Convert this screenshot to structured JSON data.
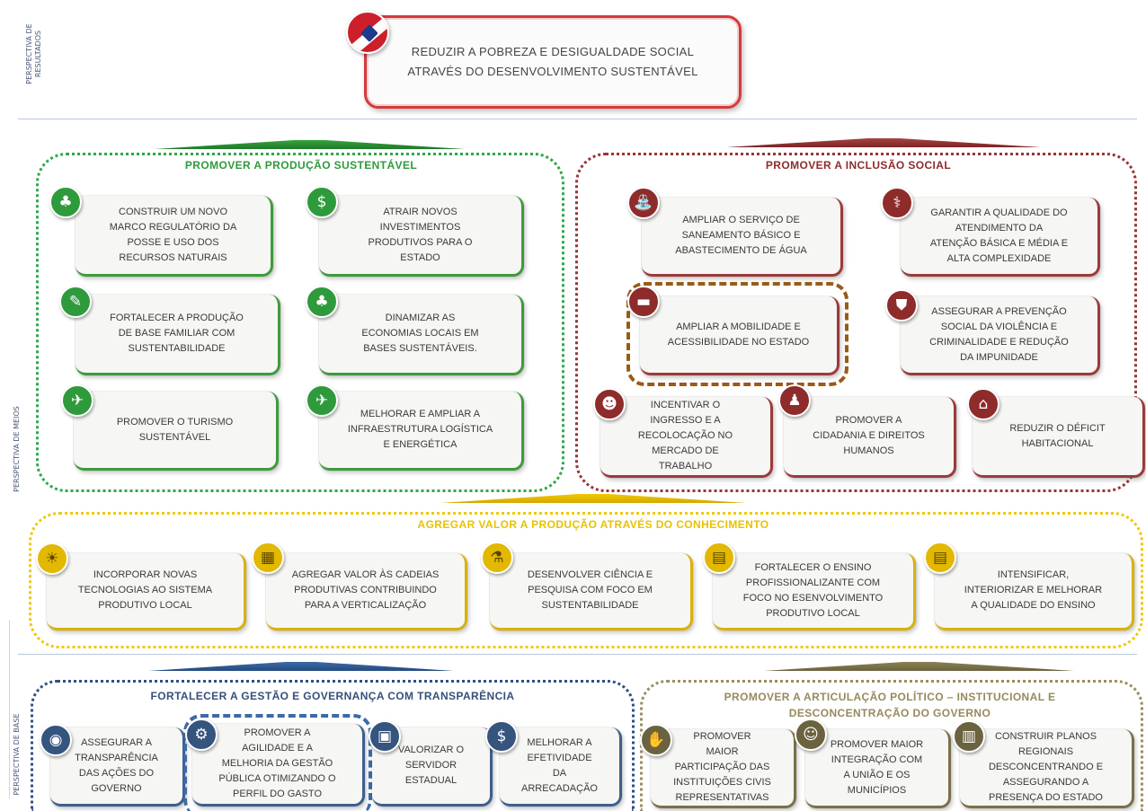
{
  "side_labels": {
    "results": "PERSPECTIVA DE\nRESULTADOS",
    "means": "PERSPECTIVA  DE MEIOS",
    "base": "PERSPECTIVA DE BASE"
  },
  "vision": {
    "text": "REDUZIR A POBREZA E DESIGUALDADE SOCIAL\nATRAVÉS DO DESENVOLVIMENTO  SUSTENTÁVEL",
    "flag_icon": "para-flag-icon"
  },
  "colors": {
    "green": "#3f9a3c",
    "red": "#9c3a3a",
    "yellow": "#e2b800",
    "blue": "#3d5f8e",
    "olive": "#7a7048",
    "vision_border": "#d63a3a",
    "highlight_brown": "#9a5a18"
  },
  "groups": {
    "producao": {
      "title": "PROMOVER A PRODUÇÃO SUSTENTÁVEL",
      "cards": [
        {
          "icon": "tree-icon",
          "glyph": "♣",
          "text": "CONSTRUIR UM NOVO\nMARCO REGULATÓRIO DA\nPOSSE E USO DOS\nRECURSOS NATURAIS"
        },
        {
          "icon": "dollar-icon",
          "glyph": "$",
          "text": "ATRAIR NOVOS\nINVESTIMENTOS\nPRODUTIVOS PARA O\nESTADO"
        },
        {
          "icon": "pencil-icon",
          "glyph": "✎",
          "text": "FORTALECER A PRODUÇÃO\nDE BASE FAMILIAR COM\nSUSTENTABILIDADE"
        },
        {
          "icon": "tree-icon",
          "glyph": "♣",
          "text": "DINAMIZAR AS\nECONOMIAS LOCAIS EM\nBASES SUSTENTÁVEIS."
        },
        {
          "icon": "airplane-icon",
          "glyph": "✈",
          "text": "PROMOVER O TURISMO\nSUSTENTÁVEL"
        },
        {
          "icon": "plane-landing-icon",
          "glyph": "✈",
          "text": "MELHORAR E AMPLIAR A\nINFRAESTRUTURA LOGÍSTICA\nE ENERGÉTICA"
        }
      ]
    },
    "inclusao": {
      "title": "PROMOVER A INCLUSÃO SOCIAL",
      "cards": [
        {
          "icon": "faucet-icon",
          "glyph": "⛲",
          "text": "AMPLIAR O SERVIÇO DE\nSANEAMENTO BÁSICO E\nABASTECIMENTO DE ÁGUA"
        },
        {
          "icon": "stethoscope-icon",
          "glyph": "⚕",
          "text": "GARANTIR A QUALIDADE DO\nATENDIMENTO DA\nATENÇÃO BÁSICA E MÉDIA E\nALTA COMPLEXIDADE"
        },
        {
          "icon": "bus-icon",
          "glyph": "▬",
          "text": "AMPLIAR A MOBILIDADE E\nACESSIBILIDADE NO ESTADO"
        },
        {
          "icon": "shield-icon",
          "glyph": "⛊",
          "text": "ASSEGURAR A PREVENÇÃO\nSOCIAL DA VIOLÊNCIA E\nCRIMINALIDADE E REDUÇÃO\nDA IMPUNIDADE"
        },
        {
          "icon": "worker-icon",
          "glyph": "☻",
          "text": "INCENTIVAR O\nINGRESSO E A\nRECOLOCAÇÃO NO\nMERCADO DE\nTRABALHO"
        },
        {
          "icon": "people-icon",
          "glyph": "♟",
          "text": "PROMOVER A\nCIDADANIA E DIREITOS\nHUMANOS"
        },
        {
          "icon": "house-icon",
          "glyph": "⌂",
          "text": "REDUZIR O DÉFICIT\nHABITACIONAL"
        }
      ]
    },
    "conhecimento": {
      "title": "AGREGAR VALOR A PRODUÇÃO ATRAVÉS DO CONHECIMENTO",
      "cards": [
        {
          "icon": "lightbulb-icon",
          "glyph": "☀",
          "text": "INCORPORAR NOVAS\nTECNOLOGIAS AO SISTEMA\nPRODUTIVO LOCAL"
        },
        {
          "icon": "factory-icon",
          "glyph": "▦",
          "text": "AGREGAR VALOR ÀS CADEIAS\nPRODUTIVAS CONTRIBUINDO\nPARA A VERTICALIZAÇÃO"
        },
        {
          "icon": "microscope-icon",
          "glyph": "⚗",
          "text": "DESENVOLVER CIÊNCIA E\nPESQUISA COM FOCO EM\nSUSTENTABILIDADE"
        },
        {
          "icon": "book-icon",
          "glyph": "▤",
          "text": "FORTALECER O ENSINO\nPROFISSIONALIZANTE COM\nFOCO NO ESENVOLVIMENTO\nPRODUTIVO LOCAL"
        },
        {
          "icon": "book-icon",
          "glyph": "▤",
          "text": "INTENSIFICAR,\nINTERIORIZAR E MELHORAR\nA QUALIDADE DO ENSINO"
        }
      ]
    },
    "gestao": {
      "title": "FORTALECER A GESTÃO  E GOVERNANÇA COM TRANSPARÊNCIA",
      "cards": [
        {
          "icon": "eye-icon",
          "glyph": "◉",
          "text": "ASSEGURAR A\nTRANSPARÊNCIA\nDAS AÇÕES DO\nGOVERNO"
        },
        {
          "icon": "gears-icon",
          "glyph": "⚙",
          "text": "PROMOVER A\nAGILIDADE E A\nMELHORIA DA GESTÃO\nPÚBLICA OTIMIZANDO O\nPERFIL DO GASTO"
        },
        {
          "icon": "id-card-icon",
          "glyph": "▣",
          "text": "VALORIZAR O\nSERVIDOR\nESTADUAL"
        },
        {
          "icon": "dollar-icon",
          "glyph": "$",
          "text": "MELHORAR A\nEFETIVIDADE\nDA\nARRECADAÇÃO"
        }
      ]
    },
    "articulacao": {
      "title": "PROMOVER A ARTICULAÇÃO POLÍTICO – INSTITUCIONAL  E\nDESCONCENTRAÇÃO DO GOVERNO",
      "cards": [
        {
          "icon": "handshake-icon",
          "glyph": "✋",
          "text": "PROMOVER\nMAIOR\nPARTICIPAÇÃO DAS\nINSTITUIÇÕES CIVIS\nREPRESENTATIVAS"
        },
        {
          "icon": "group-icon",
          "glyph": "☺",
          "text": "PROMOVER MAIOR\nINTEGRAÇÃO COM\nA UNIÃO E OS\nMUNICÍPIOS"
        },
        {
          "icon": "building-icon",
          "glyph": "▥",
          "text": "CONSTRUIR PLANOS\nREGIONAIS\nDESCONCENTRANDO E\nASSEGURANDO A\nPRESENÇA DO ESTADO"
        }
      ]
    }
  }
}
